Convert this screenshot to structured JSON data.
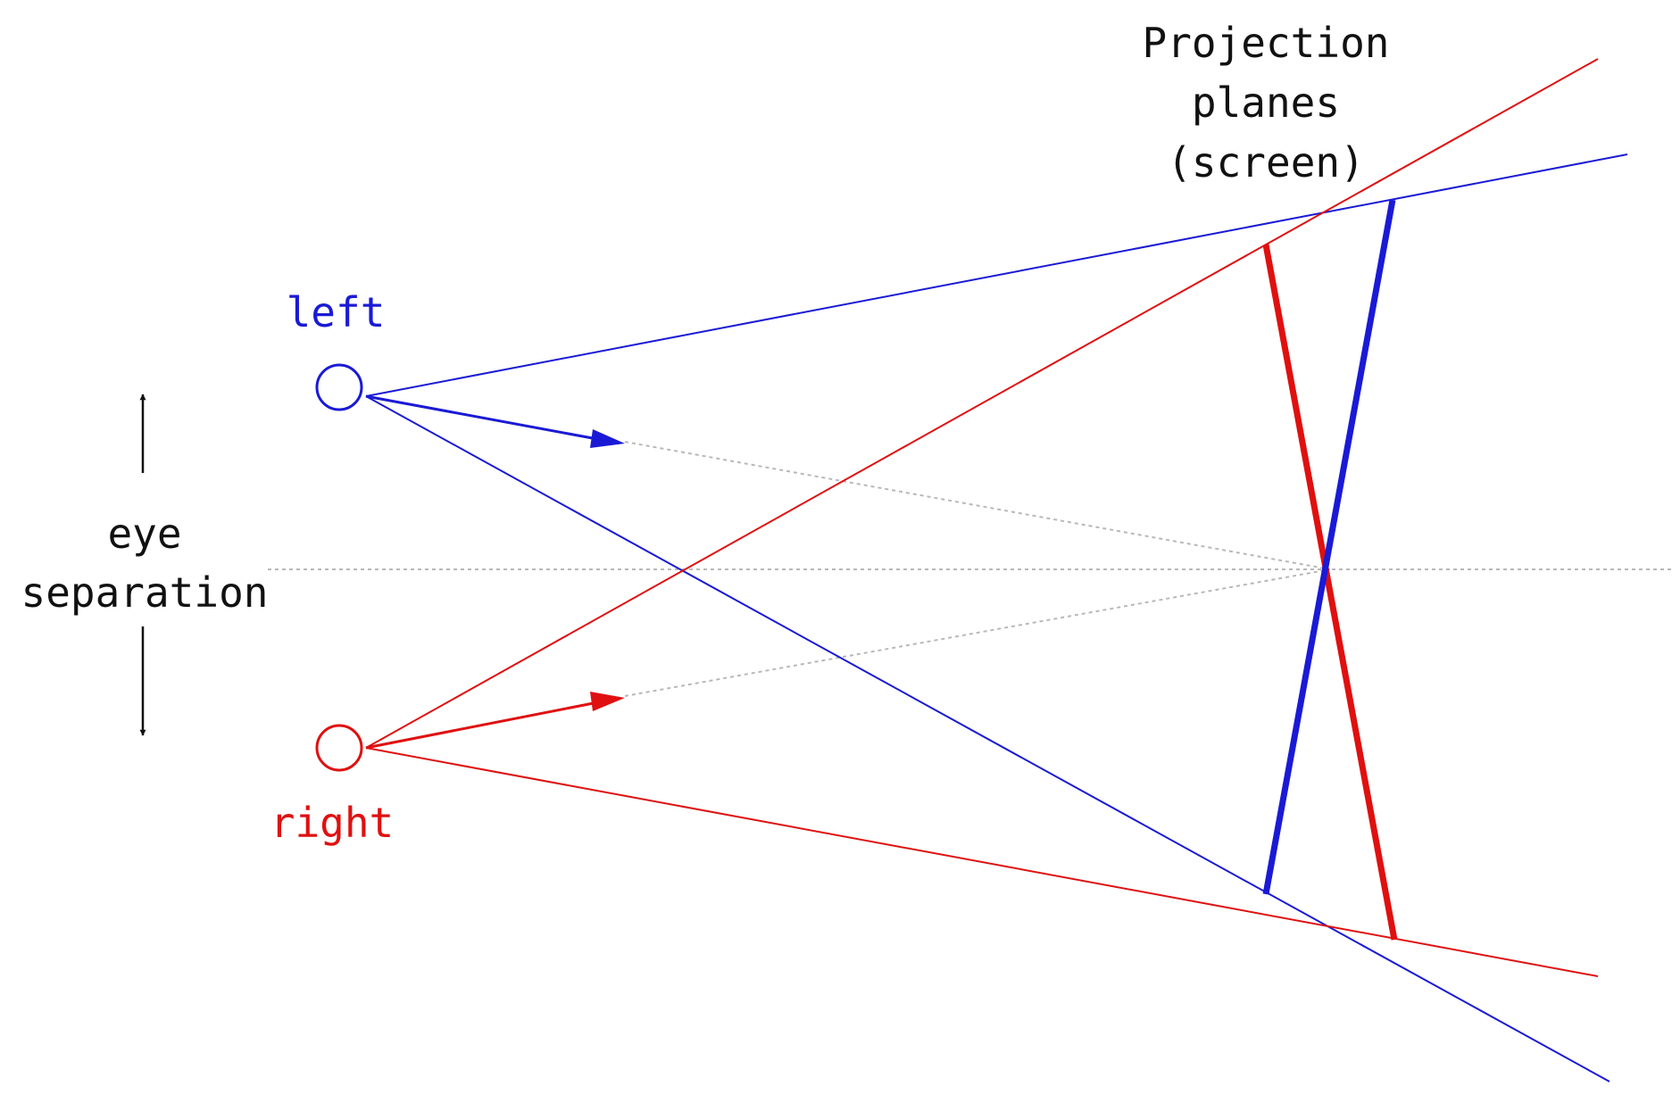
{
  "labels": {
    "title_line1": "Projection",
    "title_line2": "planes",
    "title_line3": "(screen)",
    "left_eye": "left",
    "right_eye": "right",
    "separation_line1": "eye",
    "separation_line2": "separation"
  },
  "colors": {
    "left": "#1a1ad6",
    "right": "#e01010",
    "guide": "#b8b8b8",
    "text": "#111111"
  }
}
